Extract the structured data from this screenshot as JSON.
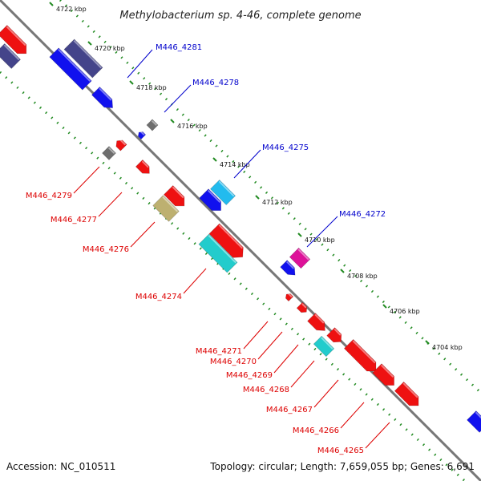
{
  "title": "Methylobacterium sp. 4-46, complete genome",
  "footer": {
    "accession": "Accession: NC_010511",
    "summary": "Topology: circular; Length: 7,659,055 bp; Genes: 6,691"
  },
  "colors": {
    "forward_label": "#0000cc",
    "reverse_label": "#dd0000",
    "backbone": "#777777",
    "scale_dots": "#228B22",
    "red": "#ee1111",
    "blue": "#1111ee",
    "navy": "#44448a",
    "gray": "#6e6e6e",
    "khaki": "#bdb070",
    "cyan": "#22cccc",
    "skyblue": "#22bbee",
    "magenta": "#dd1199"
  },
  "scale": {
    "ticks": [
      "4722 kbp",
      "4720 kbp",
      "4718 kbp",
      "4716 kbp",
      "4714 kbp",
      "4712 kbp",
      "4710 kbp",
      "4708 kbp",
      "4706 kbp",
      "4704 kbp"
    ]
  },
  "forward_labels": [
    "M446_4281",
    "M446_4278",
    "M446_4275",
    "M446_4272"
  ],
  "reverse_labels": [
    "M446_4279",
    "M446_4277",
    "M446_4276",
    "M446_4274",
    "M446_4271",
    "M446_4270",
    "M446_4269",
    "M446_4268",
    "M446_4267",
    "M446_4266",
    "M446_4265"
  ]
}
